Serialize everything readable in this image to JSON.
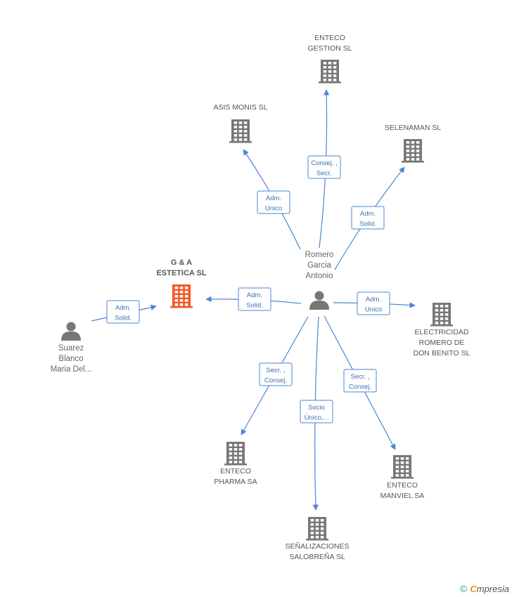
{
  "colors": {
    "edge": "#4a86d4",
    "building": "#777777",
    "focus_building": "#f05a28",
    "person": "#777777"
  },
  "nodes": [
    {
      "id": "enteco-gestion",
      "kind": "company",
      "lines": [
        "ENTECO",
        "GESTION SL"
      ],
      "focus": false
    },
    {
      "id": "asis-monis",
      "kind": "company",
      "lines": [
        "ASIS MONIS  SL"
      ],
      "focus": false
    },
    {
      "id": "selenaman",
      "kind": "company",
      "lines": [
        "SELENAMAN SL"
      ],
      "focus": false
    },
    {
      "id": "ga-estetica",
      "kind": "company",
      "lines": [
        "G & A",
        "ESTETICA SL"
      ],
      "focus": true
    },
    {
      "id": "electricidad-romero",
      "kind": "company",
      "lines": [
        "ELECTRICIDAD",
        "ROMERO DE",
        "DON BENITO SL"
      ],
      "focus": false
    },
    {
      "id": "enteco-pharma",
      "kind": "company",
      "lines": [
        "ENTECO",
        "PHARMA SA"
      ],
      "focus": false
    },
    {
      "id": "enteco-manviel",
      "kind": "company",
      "lines": [
        "ENTECO",
        "MANVIEL SA"
      ],
      "focus": false
    },
    {
      "id": "senalizaciones",
      "kind": "company",
      "lines": [
        "SEÑALIZACIONES",
        "SALOBREÑA SL"
      ],
      "focus": false
    },
    {
      "id": "romero-garcia",
      "kind": "person",
      "lines": [
        "Romero",
        "Garcia",
        "Antonio"
      ],
      "focus": false
    },
    {
      "id": "suarez-blanco",
      "kind": "person",
      "lines": [
        "Suarez",
        "Blanco",
        "Maria Del..."
      ],
      "focus": false
    }
  ],
  "edges": [
    {
      "from": "romero-garcia",
      "to": "enteco-gestion",
      "label": [
        "Consej. ,",
        "Secr."
      ]
    },
    {
      "from": "romero-garcia",
      "to": "asis-monis",
      "label": [
        "Adm.",
        "Unico"
      ]
    },
    {
      "from": "romero-garcia",
      "to": "selenaman",
      "label": [
        "Adm.",
        "Solid."
      ]
    },
    {
      "from": "romero-garcia",
      "to": "ga-estetica",
      "label": [
        "Adm.",
        "Solid."
      ]
    },
    {
      "from": "romero-garcia",
      "to": "electricidad-romero",
      "label": [
        "Adm.",
        "Unico"
      ]
    },
    {
      "from": "romero-garcia",
      "to": "enteco-pharma",
      "label": [
        "Secr. ,",
        "Consej."
      ]
    },
    {
      "from": "romero-garcia",
      "to": "senalizaciones",
      "label": [
        "Socio",
        "Único,..."
      ]
    },
    {
      "from": "romero-garcia",
      "to": "enteco-manviel",
      "label": [
        "Secr. ,",
        "Consej."
      ]
    },
    {
      "from": "suarez-blanco",
      "to": "ga-estetica",
      "label": [
        "Adm.",
        "Solid."
      ]
    }
  ],
  "footer": {
    "copyright_symbol": "©",
    "brand_initial": "C",
    "brand_rest": "mpresia"
  }
}
